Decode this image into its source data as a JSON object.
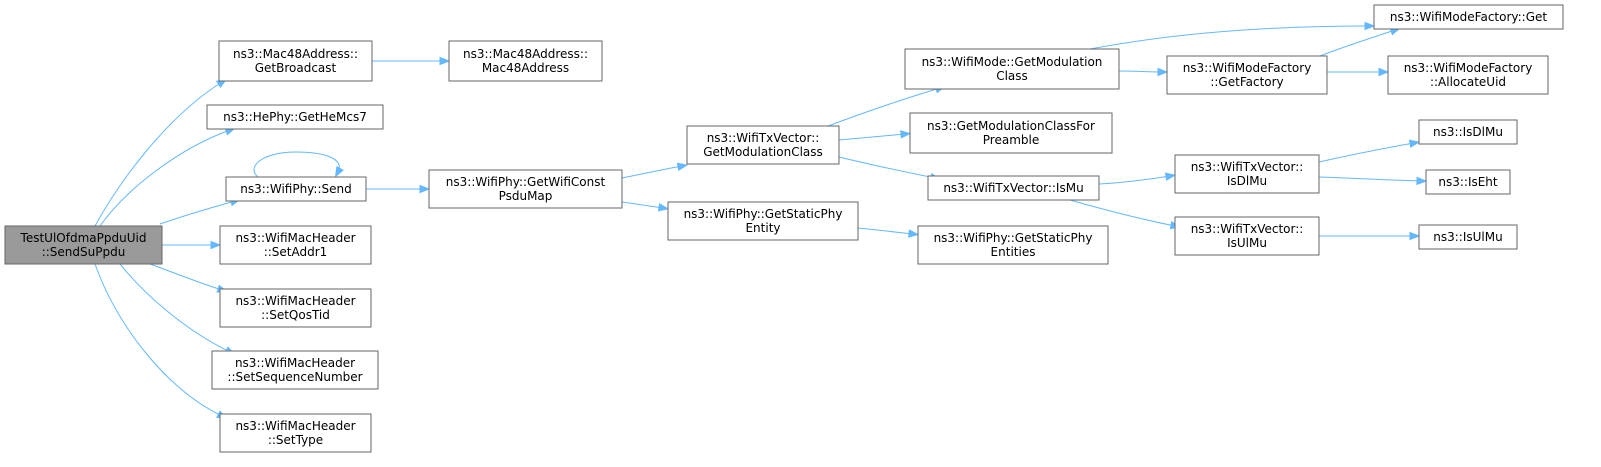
{
  "graph": {
    "edge_color": "#63b8ff",
    "node_border_color": "#666666",
    "root_fill_color": "#9a9a9a",
    "nodes": [
      {
        "id": "root",
        "lines": [
          "TestUlOfdmaPpduUid",
          "::SendSuPpdu"
        ],
        "root": true
      },
      {
        "id": "getbroadcast",
        "lines": [
          "ns3::Mac48Address::",
          "GetBroadcast"
        ]
      },
      {
        "id": "mac48address",
        "lines": [
          "ns3::Mac48Address::",
          "Mac48Address"
        ]
      },
      {
        "id": "gethemcs7",
        "lines": [
          "ns3::HePhy::GetHeMcs7"
        ]
      },
      {
        "id": "send",
        "lines": [
          "ns3::WifiPhy::Send"
        ]
      },
      {
        "id": "setaddr1",
        "lines": [
          "ns3::WifiMacHeader",
          "::SetAddr1"
        ]
      },
      {
        "id": "setqostid",
        "lines": [
          "ns3::WifiMacHeader",
          "::SetQosTid"
        ]
      },
      {
        "id": "setseq",
        "lines": [
          "ns3::WifiMacHeader",
          "::SetSequenceNumber"
        ]
      },
      {
        "id": "settype",
        "lines": [
          "ns3::WifiMacHeader",
          "::SetType"
        ]
      },
      {
        "id": "getwificonst",
        "lines": [
          "ns3::WifiPhy::GetWifiConst",
          "PsduMap"
        ]
      },
      {
        "id": "txgetmodclass",
        "lines": [
          "ns3::WifiTxVector::",
          "GetModulationClass"
        ]
      },
      {
        "id": "getstaticphyentity",
        "lines": [
          "ns3::WifiPhy::GetStaticPhy",
          "Entity"
        ]
      },
      {
        "id": "modegetmodclass",
        "lines": [
          "ns3::WifiMode::GetModulation",
          "Class"
        ]
      },
      {
        "id": "getmodclasspreamble",
        "lines": [
          "ns3::GetModulationClassFor",
          "Preamble"
        ]
      },
      {
        "id": "ismu",
        "lines": [
          "ns3::WifiTxVector::IsMu"
        ]
      },
      {
        "id": "getstaticphyentities",
        "lines": [
          "ns3::WifiPhy::GetStaticPhy",
          "Entities"
        ]
      },
      {
        "id": "factoryget",
        "lines": [
          "ns3::WifiModeFactory::Get"
        ]
      },
      {
        "id": "getfactory",
        "lines": [
          "ns3::WifiModeFactory",
          "::GetFactory"
        ]
      },
      {
        "id": "allocateuid",
        "lines": [
          "ns3::WifiModeFactory",
          "::AllocateUid"
        ]
      },
      {
        "id": "txisdlmu",
        "lines": [
          "ns3::WifiTxVector::",
          "IsDlMu"
        ]
      },
      {
        "id": "txisulmu",
        "lines": [
          "ns3::WifiTxVector::",
          "IsUlMu"
        ]
      },
      {
        "id": "isdlmu",
        "lines": [
          "ns3::IsDlMu"
        ]
      },
      {
        "id": "iseht",
        "lines": [
          "ns3::IsEht"
        ]
      },
      {
        "id": "isulmu",
        "lines": [
          "ns3::IsUlMu"
        ]
      }
    ],
    "edges": [
      {
        "from": "root",
        "to": "getbroadcast"
      },
      {
        "from": "root",
        "to": "gethemcs7"
      },
      {
        "from": "root",
        "to": "send"
      },
      {
        "from": "root",
        "to": "setaddr1"
      },
      {
        "from": "root",
        "to": "setqostid"
      },
      {
        "from": "root",
        "to": "setseq"
      },
      {
        "from": "root",
        "to": "settype"
      },
      {
        "from": "getbroadcast",
        "to": "mac48address"
      },
      {
        "from": "send",
        "to": "send"
      },
      {
        "from": "send",
        "to": "getwificonst"
      },
      {
        "from": "getwificonst",
        "to": "txgetmodclass"
      },
      {
        "from": "getwificonst",
        "to": "getstaticphyentity"
      },
      {
        "from": "txgetmodclass",
        "to": "modegetmodclass"
      },
      {
        "from": "txgetmodclass",
        "to": "getmodclasspreamble"
      },
      {
        "from": "txgetmodclass",
        "to": "ismu"
      },
      {
        "from": "getstaticphyentity",
        "to": "getstaticphyentities"
      },
      {
        "from": "modegetmodclass",
        "to": "factoryget"
      },
      {
        "from": "modegetmodclass",
        "to": "getfactory"
      },
      {
        "from": "getfactory",
        "to": "factoryget"
      },
      {
        "from": "getfactory",
        "to": "allocateuid"
      },
      {
        "from": "ismu",
        "to": "txisdlmu"
      },
      {
        "from": "ismu",
        "to": "txisulmu"
      },
      {
        "from": "txisdlmu",
        "to": "isdlmu"
      },
      {
        "from": "txisdlmu",
        "to": "iseht"
      },
      {
        "from": "txisulmu",
        "to": "isulmu"
      }
    ]
  }
}
